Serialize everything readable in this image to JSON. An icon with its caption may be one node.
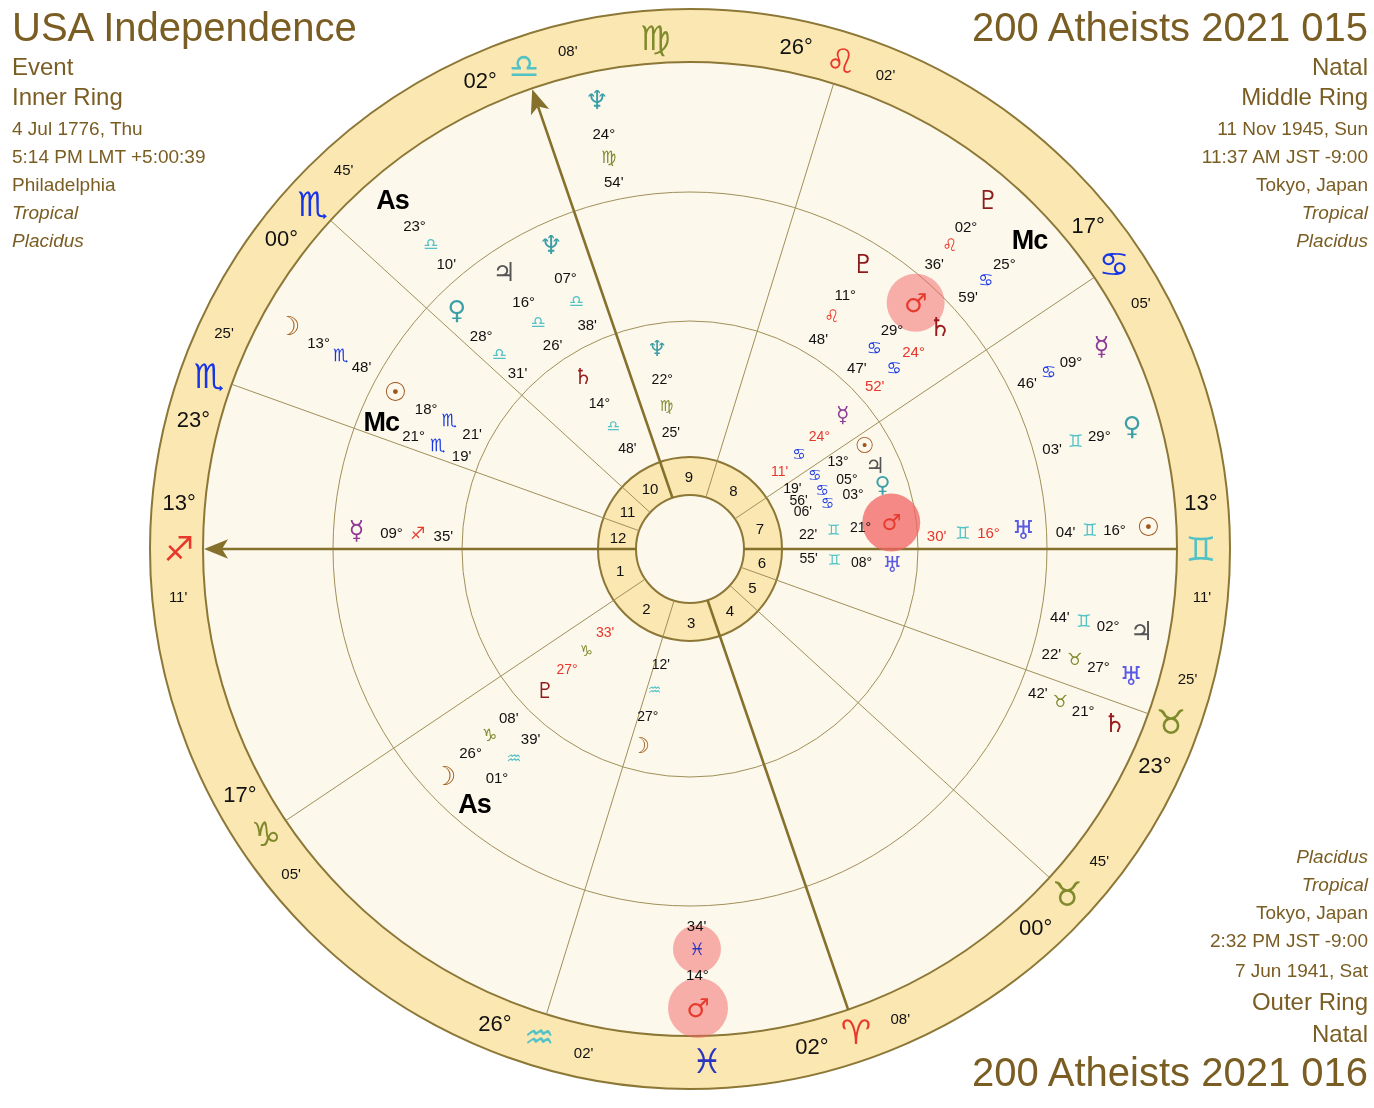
{
  "diagram": {
    "labels": [
      "USA Independence",
      "Event",
      "Inner Ring",
      "4 Jul 1776, Thu",
      "5:14 PM LMT +5:00:39",
      "Philadelphia",
      "Tropical",
      "Placidus",
      "200 Atheists 2021 015",
      "Natal",
      "Middle Ring",
      "11 Nov 1945, Sun",
      "11:37 AM JST -9:00",
      "Tokyo, Japan",
      "Tropical",
      "Placidus",
      "13°",
      "♐",
      "11'",
      "17°",
      "♑",
      "05'",
      "26°",
      "♒",
      "02'",
      "02°",
      "♈",
      "08'",
      "00°",
      "♉",
      "45'",
      "23°",
      "♉",
      "25'",
      "13°",
      "♊",
      "11'",
      "17°",
      "♋",
      "05'",
      "26°",
      "♌",
      "02'",
      "02°",
      "♎",
      "08'",
      "00°",
      "♏",
      "45'",
      "23°",
      "♏",
      "25'",
      "♍",
      "♓",
      "1",
      "2",
      "3",
      "4",
      "5",
      "6",
      "7",
      "8",
      "9",
      "10",
      "11",
      "12",
      "♆",
      "24°",
      "♍",
      "54'",
      "♇",
      "02°",
      "♌",
      "36'",
      "Mc",
      "25°",
      "♋",
      "59'",
      "☿",
      "09°",
      "♋",
      "46'",
      "♀",
      "29°",
      "♊",
      "03'",
      "☉",
      "16°",
      "♊",
      "04'",
      "♃",
      "02°",
      "♊",
      "44'",
      "♅",
      "27°",
      "♉",
      "22'",
      "♄",
      "21°",
      "♉",
      "42'",
      "♂",
      "14°",
      "♓",
      "34'",
      "As",
      "23°",
      "♎",
      "10'",
      "☽",
      "13°",
      "♏",
      "48'",
      "♇",
      "11°",
      "♌",
      "48'",
      "♂",
      "29°",
      "♋",
      "47'",
      "♄",
      "24°",
      "♋",
      "52'",
      "♅",
      "16°",
      "♊",
      "30'",
      "♆",
      "07°",
      "♎",
      "38'",
      "♃",
      "16°",
      "♎",
      "26'",
      "♀",
      "28°",
      "♎",
      "31'",
      "☉",
      "18°",
      "♏",
      "21'",
      "Mc",
      "21°",
      "♏",
      "19'",
      "☿",
      "09°",
      "♐",
      "35'",
      "☽",
      "26°",
      "♑",
      "08'",
      "As",
      "01°",
      "♒",
      "39'",
      "♆",
      "22°",
      "♍",
      "25'",
      "♄",
      "14°",
      "♎",
      "48'",
      "☿",
      "24°",
      "♋",
      "11'",
      "☉",
      "13°",
      "♋",
      "19'",
      "♃",
      "05°",
      "♋",
      "56'",
      "♀",
      "03°",
      "♋",
      "06'",
      "♂",
      "21°",
      "♊",
      "22'",
      "♅",
      "08°",
      "♊",
      "55'",
      "♇",
      "27°",
      "♑",
      "33'",
      "☽",
      "27°",
      "♒",
      "12'",
      "Placidus",
      "Tropical",
      "Tokyo, Japan",
      "2:32 PM JST -9:00",
      "7 Jun 1941, Sat",
      "Outer Ring",
      "Natal",
      "200 Atheists 2021 016"
    ]
  }
}
